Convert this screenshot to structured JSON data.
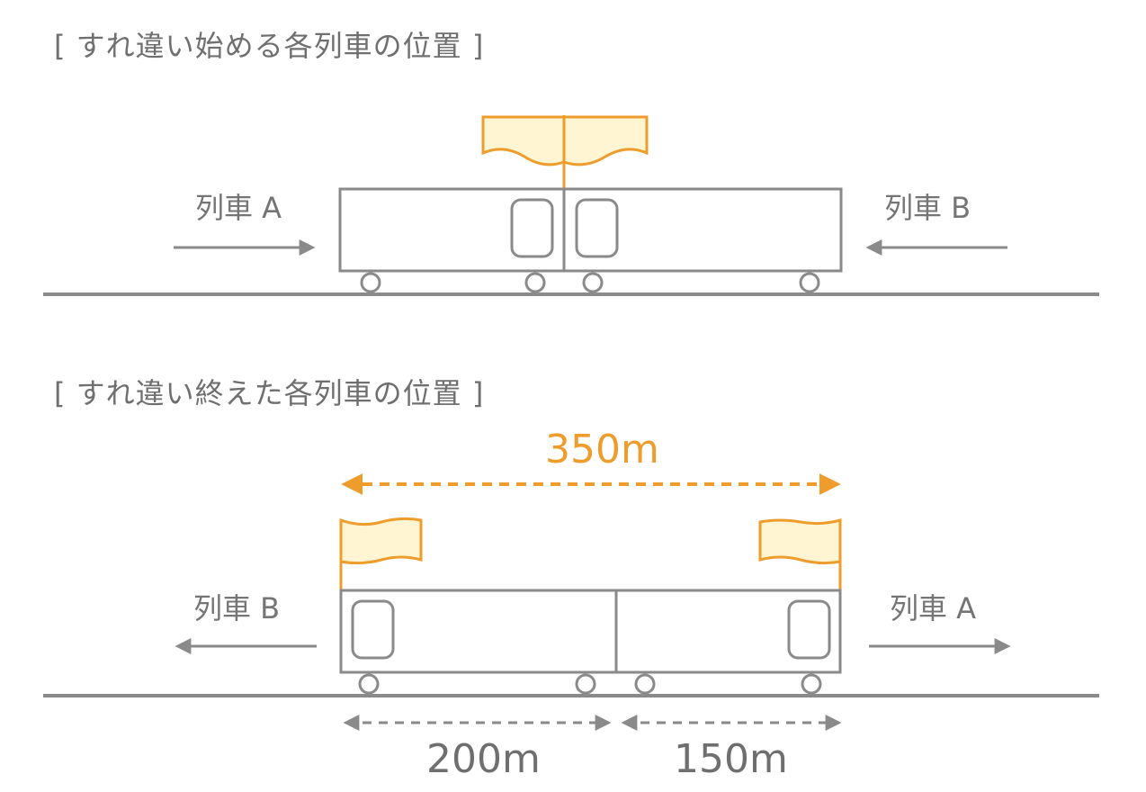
{
  "titles": {
    "start": "[ すれ違い始める各列車の位置 ]",
    "end": "[ すれ違い終えた各列車の位置 ]"
  },
  "scene1": {
    "left_label": "列車 A",
    "right_label": "列車 B"
  },
  "scene2": {
    "left_label": "列車 B",
    "right_label": "列車 A",
    "total_length": "350m",
    "train_b_length": "200m",
    "train_a_length": "150m"
  },
  "colors": {
    "line": "#8a8a8a",
    "accent": "#ee9c2c",
    "flag_fill": "#fff5d2"
  }
}
